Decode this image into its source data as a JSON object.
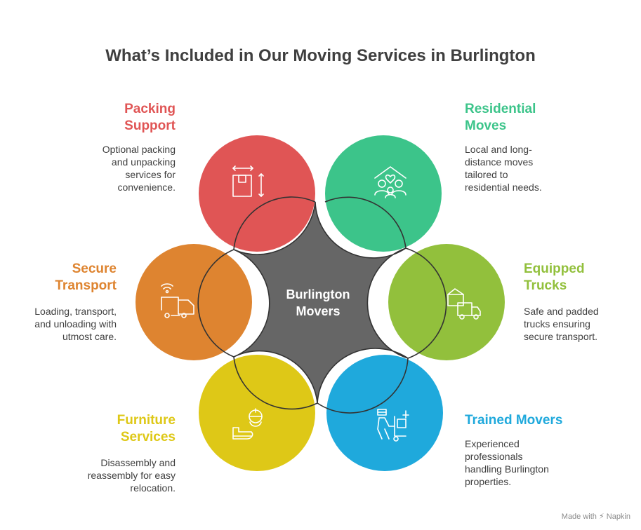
{
  "title": "What’s Included in Our Moving Services in Burlington",
  "center": {
    "label": "Burlington\nMovers",
    "color": "#666666"
  },
  "services": [
    {
      "heading": "Packing\nSupport",
      "desc": "Optional packing\nand unpacking\nservices for\nconvenience.",
      "color": "#E05555",
      "icon": "box-icon"
    },
    {
      "heading": "Residential\nMoves",
      "desc": "Local and long-\ndistance moves\ntailored to\nresidential needs.",
      "color": "#3CC48A",
      "icon": "family-home-icon"
    },
    {
      "heading": "Equipped\nTrucks",
      "desc": "Safe and padded\ntrucks ensuring\nsecure transport.",
      "color": "#92C03C",
      "icon": "box-truck-icon"
    },
    {
      "heading": "Trained Movers",
      "desc": "Experienced\nprofessionals\nhandling Burlington\nproperties.",
      "color": "#1FA9DC",
      "icon": "mover-dolly-icon"
    },
    {
      "heading": "Furniture\nServices",
      "desc": "Disassembly and\nreassembly for easy\nrelocation.",
      "color": "#DEC817",
      "icon": "worker-furniture-icon"
    },
    {
      "heading": "Secure\nTransport",
      "desc": "Loading, transport,\nand unloading with\nutmost care.",
      "color": "#DE8430",
      "icon": "tracked-truck-icon"
    }
  ],
  "footer": "Made with ⚡ Napkin"
}
